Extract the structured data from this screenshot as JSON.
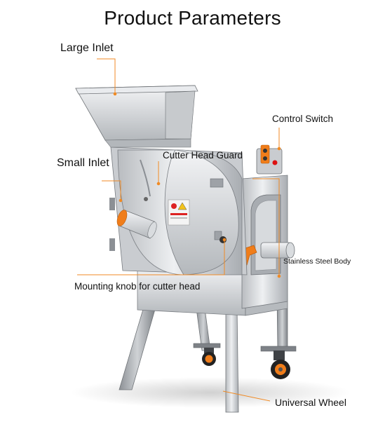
{
  "title": "Product Parameters",
  "labels": {
    "large_inlet": "Large Inlet",
    "small_inlet": "Small Inlet",
    "cutter_head_guard": "Cutter Head Guard",
    "control_switch": "Control Switch",
    "stainless_steel_body": "Stainless Steel Body",
    "mounting_knob": "Mounting knob for cutter head",
    "universal_wheel": "Universal Wheel"
  },
  "colors": {
    "callout": "#f08a24",
    "accent_orange": "#f07d1a",
    "steel_light": "#e4e6e8",
    "steel_mid": "#c3c6ca",
    "steel_dark": "#8e9297"
  }
}
